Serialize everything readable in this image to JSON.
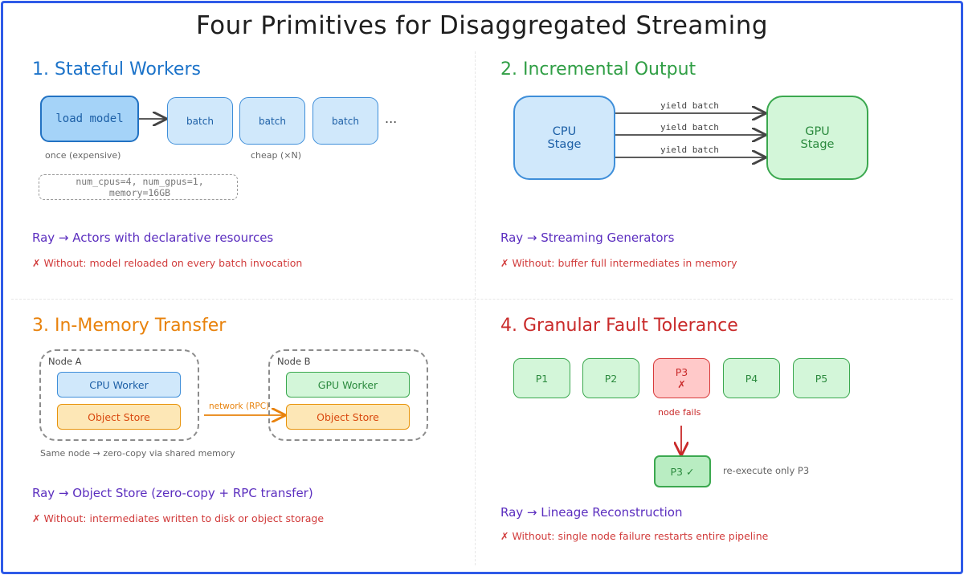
{
  "title": "Four Primitives for Disaggregated Streaming",
  "colors": {
    "frame": "#2f5be8",
    "blue_section": "#1c73c9",
    "green_section": "#2f9e44",
    "orange_section": "#e8820c",
    "red_section": "#c92a2a",
    "ray": "#5b2ebf",
    "without": "#d13b3b"
  },
  "s1": {
    "title": "1. Stateful Workers",
    "load_model": "load model",
    "batches": [
      "batch",
      "batch",
      "batch"
    ],
    "ellipsis": "...",
    "once_label": "once (expensive)",
    "cheap_label": "cheap (×N)",
    "resources": "num_cpus=4, num_gpus=1, memory=16GB",
    "ray": "Ray → Actors with declarative resources",
    "without": "✗ Without: model reloaded on every batch invocation"
  },
  "s2": {
    "title": "2. Incremental Output",
    "cpu_stage": "CPU\nStage",
    "gpu_stage": "GPU\nStage",
    "yields": [
      "yield batch",
      "yield batch",
      "yield batch"
    ],
    "ray": "Ray → Streaming Generators",
    "without": "✗ Without: buffer full intermediates in memory"
  },
  "s3": {
    "title": "3. In-Memory Transfer",
    "node_a": "Node A",
    "node_b": "Node B",
    "cpu_worker": "CPU Worker",
    "gpu_worker": "GPU Worker",
    "object_store_a": "Object Store",
    "object_store_b": "Object Store",
    "network": "network (RPC)",
    "same_node": "Same node → zero-copy via shared memory",
    "ray": "Ray → Object Store (zero-copy + RPC transfer)",
    "without": "✗ Without: intermediates written to disk or object storage"
  },
  "s4": {
    "title": "4. Granular Fault Tolerance",
    "partitions": [
      "P1",
      "P2",
      "P3\n✗",
      "P4",
      "P5"
    ],
    "node_fails": "node fails",
    "p3_retry": "P3 ✓",
    "reexecute": "re-execute only P3",
    "ray": "Ray → Lineage Reconstruction",
    "without": "✗ Without: single node failure restarts entire pipeline"
  }
}
